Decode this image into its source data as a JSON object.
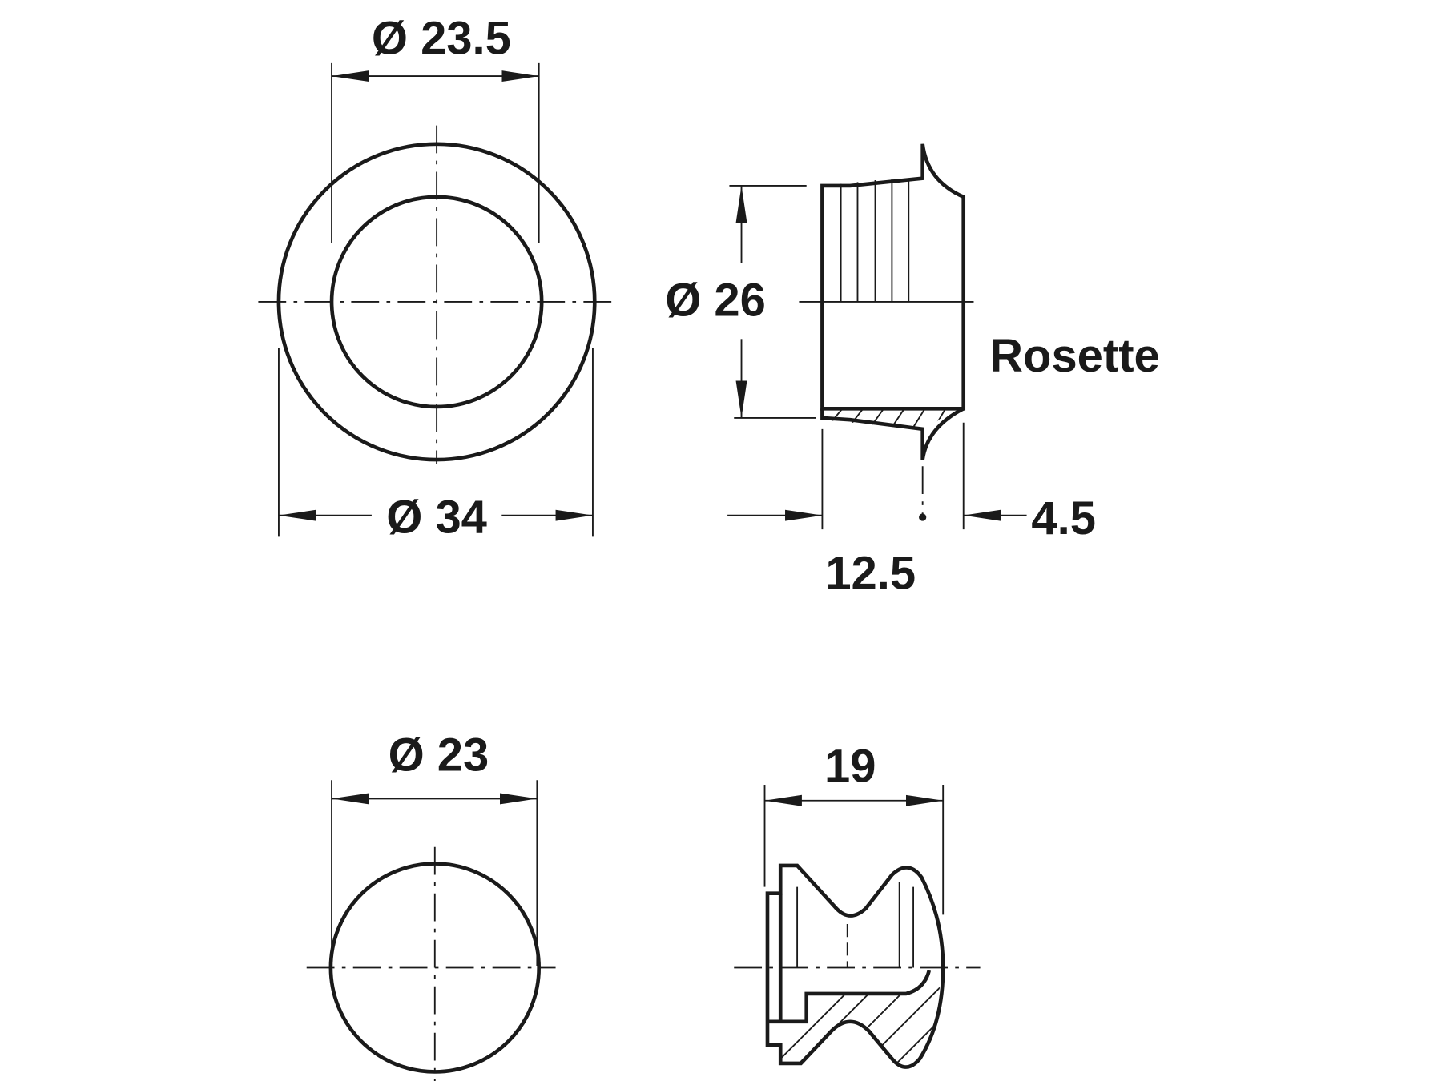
{
  "rosette_front": {
    "inner_diameter_label": "Ø 23.5",
    "outer_diameter_label": "Ø 34"
  },
  "rosette_side": {
    "diameter_label": "Ø 26",
    "part_label": "Rosette",
    "depth_label": "12.5",
    "flange_label": "4.5"
  },
  "knob_front": {
    "diameter_label": "Ø 23"
  },
  "knob_side": {
    "length_label": "19"
  },
  "colors": {
    "line": "#1a1a1a",
    "background": "#ffffff"
  }
}
